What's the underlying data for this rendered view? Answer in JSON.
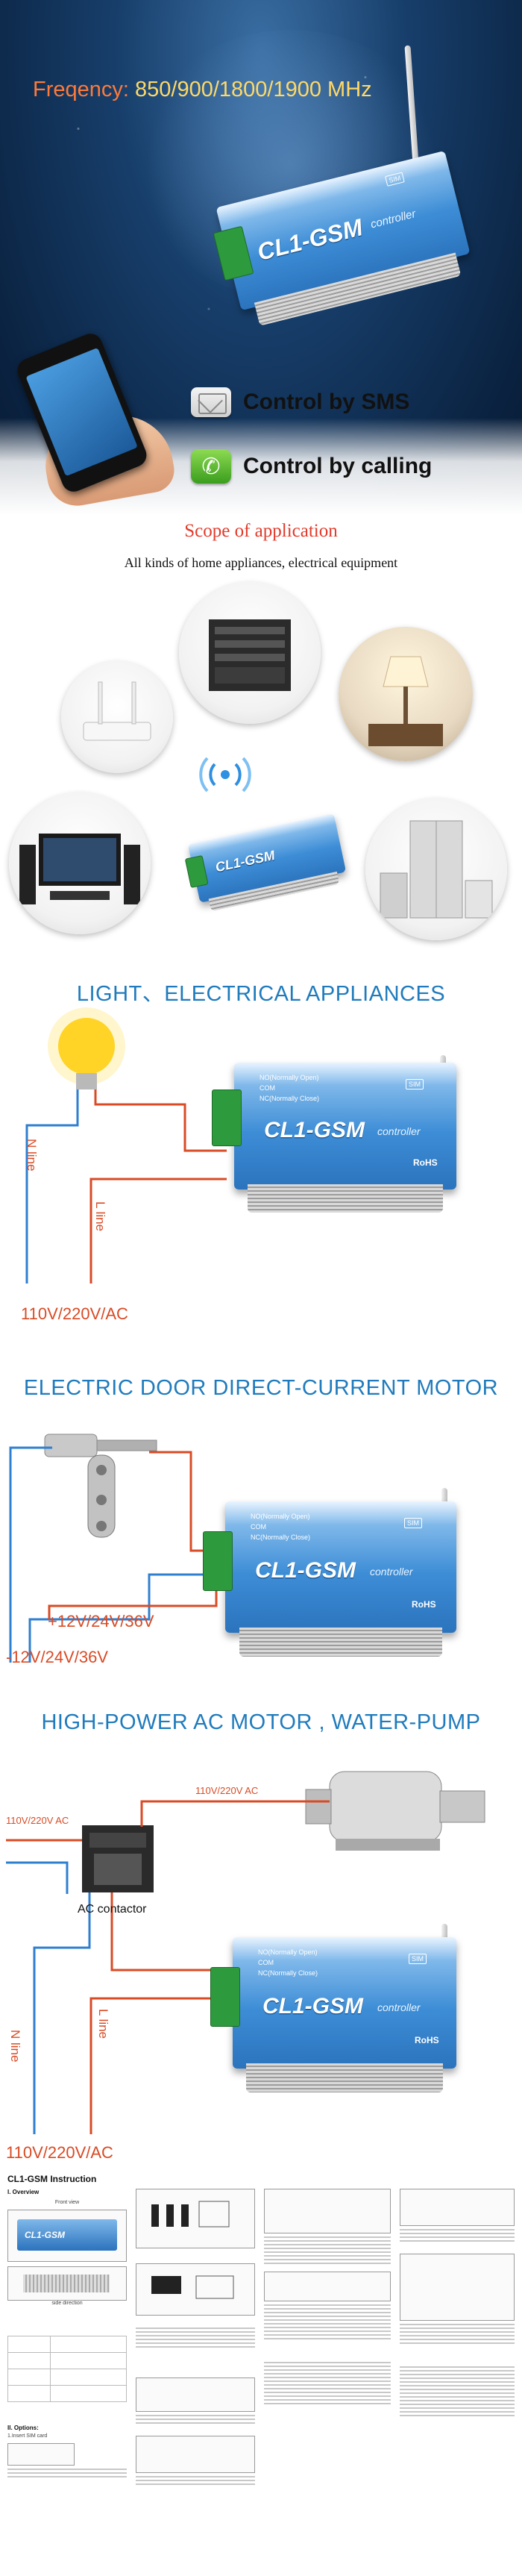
{
  "hero": {
    "freq_label": "Freqency:",
    "freq_values": "850/900/1800/1900 MHz",
    "sms_text": "Control by SMS",
    "call_text": "Control by calling"
  },
  "device": {
    "name": "CL1-GSM",
    "subtitle": "controller",
    "sim": "SIM",
    "terminal_labels": [
      "NO(Normally Open)",
      "COM",
      "NC(Normally Close)"
    ],
    "rohs": "RoHS"
  },
  "scope": {
    "title": "Scope of application",
    "subtitle": "All kinds of home appliances, electrical equipment"
  },
  "light_section": {
    "title": "LIGHT、ELECTRICAL APPLIANCES",
    "n_line": "N line",
    "l_line": "L line",
    "voltage": "110V/220V/AC"
  },
  "door_section": {
    "title": "ELECTRIC DOOR  DIRECT-CURRENT MOTOR",
    "dc_plus": "+12V/24V/36V",
    "dc_minus": "-12V/24V/36V"
  },
  "pump_section": {
    "title": "HIGH-POWER AC MOTOR , WATER-PUMP",
    "top_voltage": "110V/220V AC",
    "left_voltage": "110V/220V AC",
    "contactor": "AC contactor",
    "n_line": "N line",
    "l_line": "L line",
    "bottom_voltage": "110V/220V/AC"
  },
  "instructions": {
    "title": "CL1-GSM Instruction",
    "overview": "I. Overview",
    "front_view": "Front view",
    "side_view": "side direction",
    "options": "II. Options:",
    "insert_sim": "1.Insert SIM card"
  },
  "colors": {
    "accent_red": "#e23a2a",
    "title_blue": "#1f7bbd",
    "wire_red": "#d94b25",
    "wire_blue": "#2f7fd0",
    "device_blue": "#3d8dd6"
  }
}
